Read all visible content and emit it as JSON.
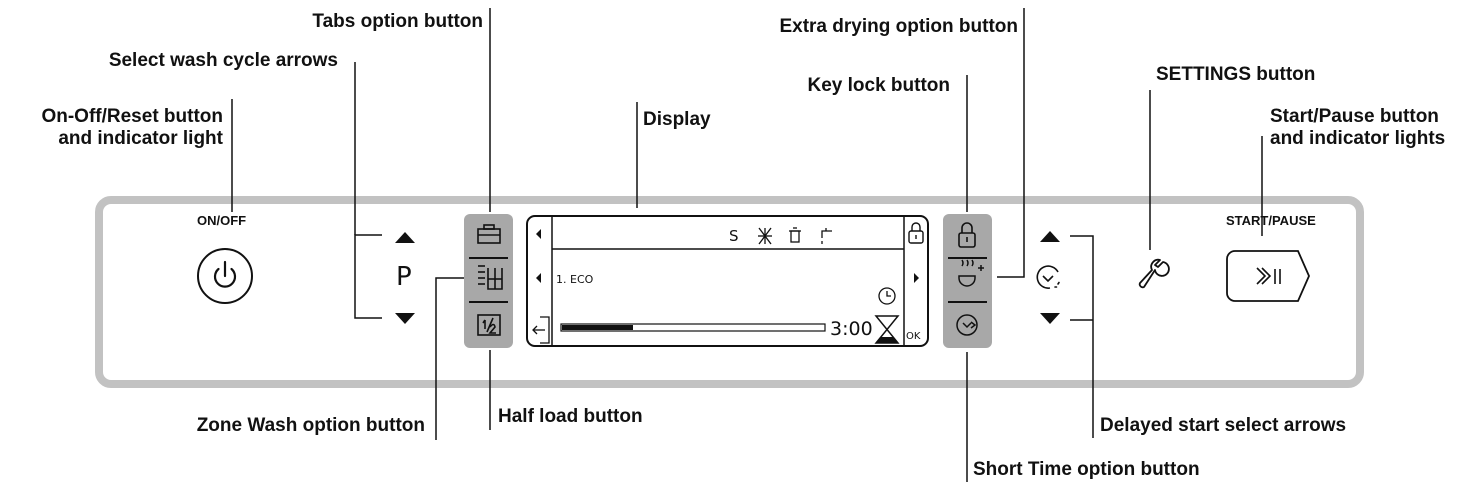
{
  "labels": {
    "tabs_option": "Tabs option button",
    "select_wash_cycle": "Select wash cycle arrows",
    "on_off_reset_line1": "On-Off/Reset button",
    "on_off_reset_line2": "and indicator light",
    "display": "Display",
    "extra_drying": "Extra drying option button",
    "key_lock": "Key lock button",
    "settings": "SETTINGS button",
    "start_pause_line1": "Start/Pause button",
    "start_pause_line2": "and indicator lights",
    "zone_wash": "Zone Wash option button",
    "half_load": "Half load button",
    "delayed_start": "Delayed start select arrows",
    "short_time": "Short Time option button"
  },
  "panel": {
    "on_off_label": "ON/OFF",
    "start_pause_label": "START/PAUSE",
    "program_letter": "P"
  },
  "display": {
    "program": "1. ECO",
    "time": "3:00",
    "status_s": "S",
    "ok": "OK",
    "progress": 0.27
  },
  "icons": {
    "power": "power-icon",
    "tabs": "tabs-icon",
    "zone_wash": "zone-wash-icon",
    "half_load": "half-load-icon",
    "key_lock": "padlock-icon",
    "extra_drying": "extra-drying-icon",
    "short_time": "short-time-icon",
    "delay": "clock-delay-icon",
    "settings": "wrench-icon",
    "start_pause": "play-pause-icon"
  },
  "colors": {
    "panel_border": "#c2c2c2",
    "option_bar": "#a8a8a8",
    "line": "#111111"
  }
}
